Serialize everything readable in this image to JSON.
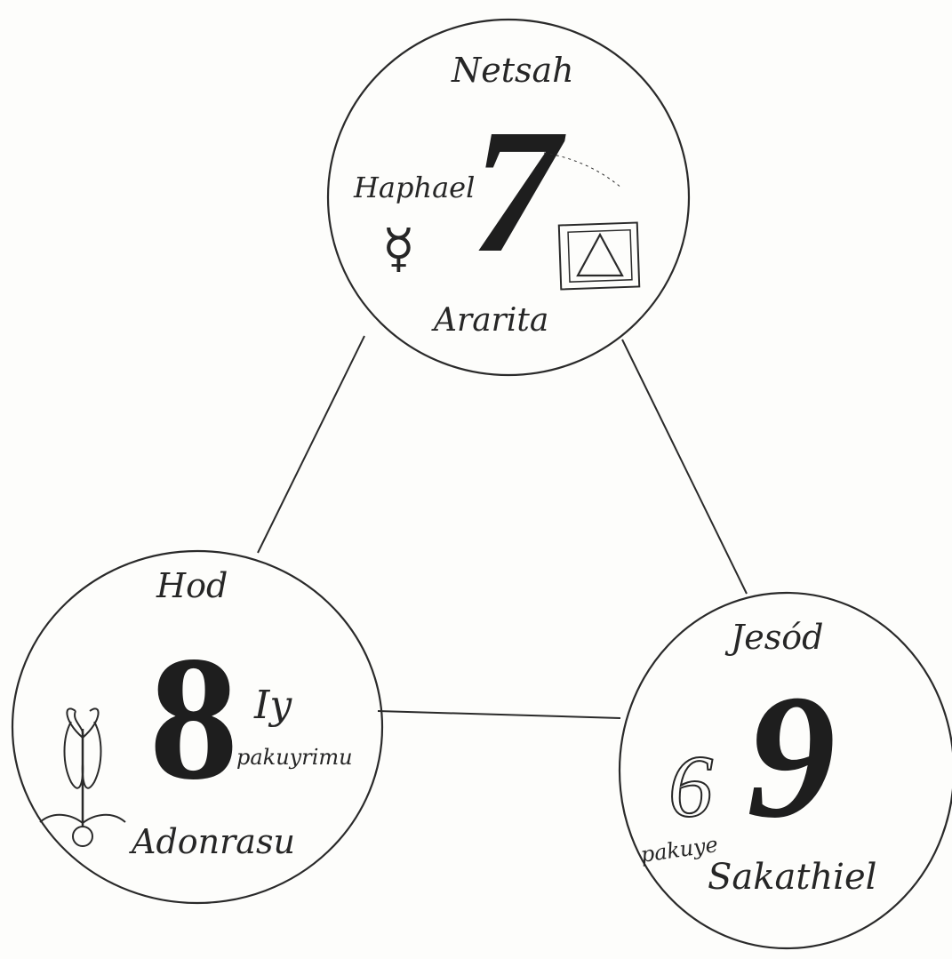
{
  "diagram": {
    "nodes": [
      {
        "id": "netsah",
        "name": "Netsah",
        "number": "7",
        "angel": "Haphael",
        "divine_name": "Ararita",
        "planet_icon": "mercury-symbol-icon",
        "planet_glyph": "☿",
        "seal_icon": "triangle-in-square-icon"
      },
      {
        "id": "hod",
        "name": "Hod",
        "number": "8",
        "divine_name": "Adonrasu",
        "mark": "Iy",
        "subscript": "pakuyrimu",
        "emblem_icon": "caduceus-winged-staff-icon"
      },
      {
        "id": "jesod",
        "name": "Jesód",
        "number": "9",
        "secondary_number": "6",
        "subscript": "pakuye",
        "angel": "Sakathiel"
      }
    ],
    "edges": [
      {
        "from": "netsah",
        "to": "hod"
      },
      {
        "from": "netsah",
        "to": "jesod"
      },
      {
        "from": "hod",
        "to": "jesod"
      }
    ]
  }
}
